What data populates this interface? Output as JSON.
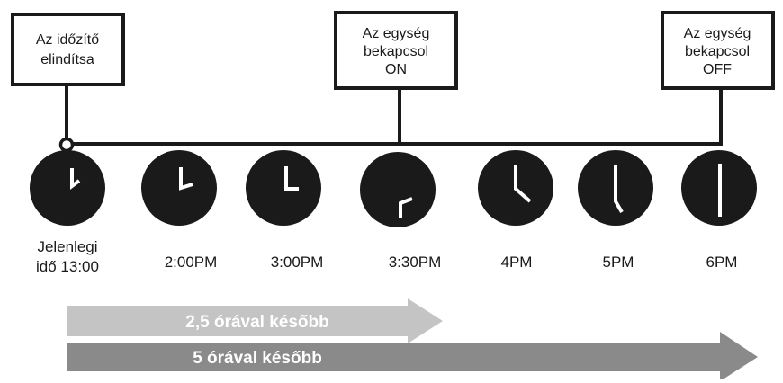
{
  "boxes": [
    {
      "lines": [
        "Az időzítő",
        "elindítsa"
      ]
    },
    {
      "lines": [
        "Az egység",
        "bekapcsol",
        "ON"
      ]
    },
    {
      "lines": [
        "Az egység",
        "bekapcsol",
        "OFF"
      ]
    }
  ],
  "clocks": [
    {
      "label_lines": [
        "Jelenlegi",
        "idő 13:00"
      ]
    },
    {
      "label_lines": [
        "2:00PM"
      ]
    },
    {
      "label_lines": [
        "3:00PM"
      ]
    },
    {
      "label_lines": [
        "3:30PM"
      ]
    },
    {
      "label_lines": [
        "4PM"
      ]
    },
    {
      "label_lines": [
        "5PM"
      ]
    },
    {
      "label_lines": [
        "6PM"
      ]
    }
  ],
  "arrows": [
    {
      "label": "2,5 órával később",
      "color": "#c4c4c4"
    },
    {
      "label": "5 órával később",
      "color": "#8a8a8a"
    }
  ],
  "colors": {
    "line": "#1a1a1a",
    "clock_face": "#1a1a1a",
    "clock_hand": "#ffffff"
  }
}
